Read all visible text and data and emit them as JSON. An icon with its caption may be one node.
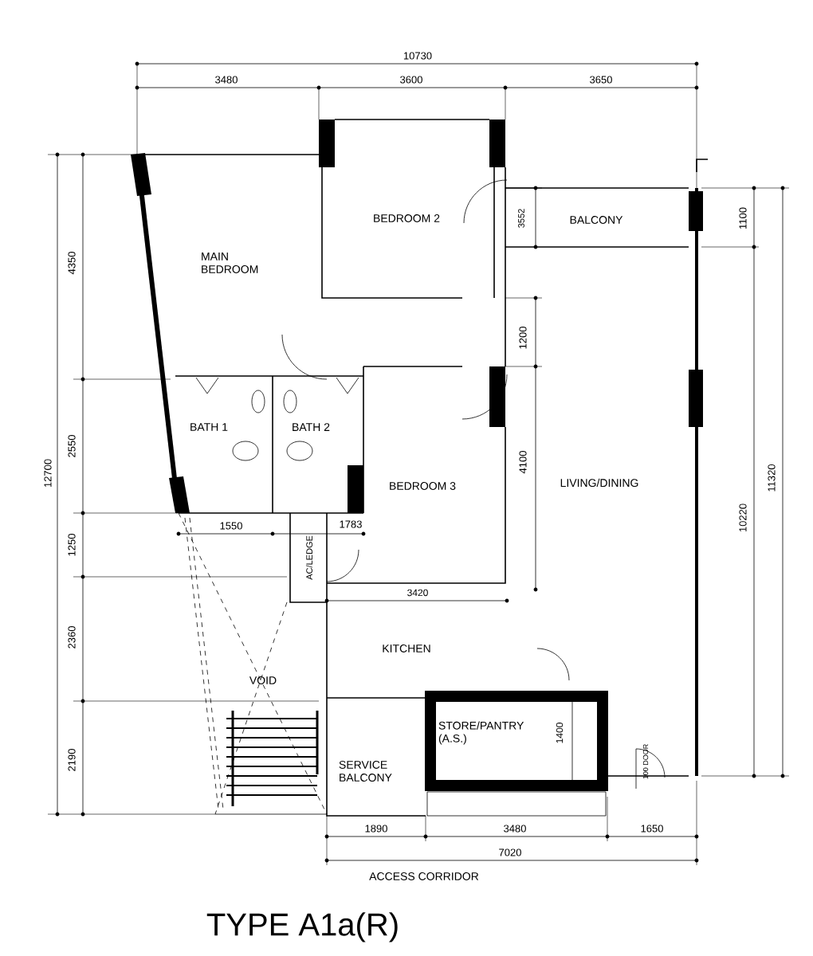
{
  "diagram": {
    "title": "TYPE A1a(R)",
    "labels": [
      "10730",
      "3480",
      "3600",
      "3650",
      "3552",
      "BALCONY",
      "1100",
      "BEDROOM 2",
      "4350",
      "MAIN BEDROOM",
      "1200",
      "BATH 1",
      "BATH 2",
      "2550",
      "BEDROOM 3",
      "4100",
      "LIVING/DINING",
      "12700",
      "10220",
      "11320",
      "1550",
      "1783",
      "1250",
      "AC/LEDGE",
      "3420",
      "KITCHEN",
      "2360",
      "VOID",
      "STORE/PANTRY (A.S.)",
      "1400",
      "100 DOOR",
      "2190",
      "SERVICE BALCONY",
      "1890",
      "3480",
      "1650",
      "7020",
      "ACCESS CORRIDOR"
    ]
  }
}
